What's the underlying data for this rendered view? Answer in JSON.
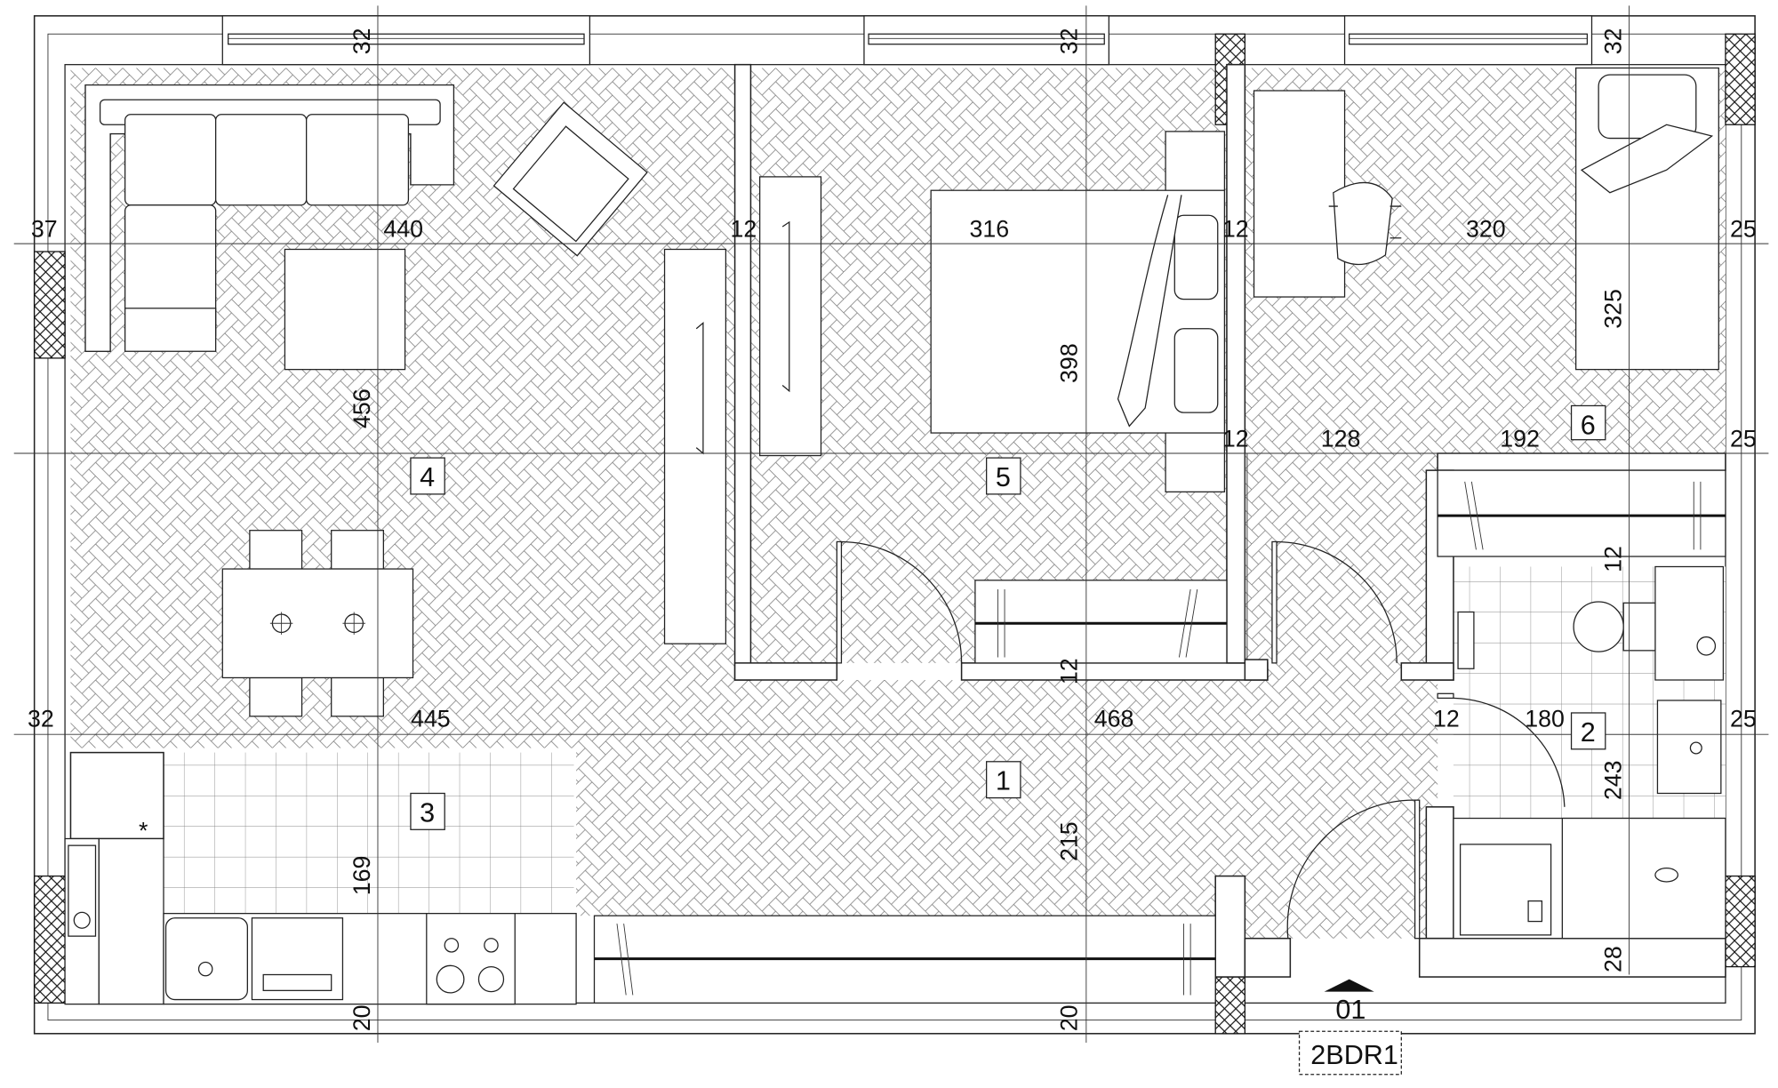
{
  "plan": {
    "unit_code": "2BDR1",
    "entrance_mark": "01",
    "rooms": [
      {
        "number": "1"
      },
      {
        "number": "2"
      },
      {
        "number": "3"
      },
      {
        "number": "4"
      },
      {
        "number": "5"
      },
      {
        "number": "6"
      }
    ],
    "dimensions": {
      "top_wall_left": "32",
      "top_wall_mid": "32",
      "top_wall_right": "32",
      "left_wall_upper": "37",
      "room4_width": "440",
      "partition_4_5": "12",
      "room5_width": "316",
      "partition_5_6": "12",
      "room6_width": "320",
      "right_wall_upper": "25",
      "room6_depth": "325",
      "room5_depth": "398",
      "room4_depth": "456",
      "partition_6_lower": "12",
      "closet_a": "128",
      "closet_b": "192",
      "right_wall_mid": "25",
      "bath_partition": "12",
      "room5_partition_bottom": "12",
      "left_wall_lower": "32",
      "room3_width": "445",
      "room1_width": "468",
      "partition_1_2": "12",
      "room2_width": "180",
      "right_wall_lower": "25",
      "room2_depth": "243",
      "room1_depth": "215",
      "room3_depth": "169",
      "right_wall_bottom": "28",
      "bottom_wall_left": "20",
      "bottom_wall_mid": "20"
    }
  }
}
